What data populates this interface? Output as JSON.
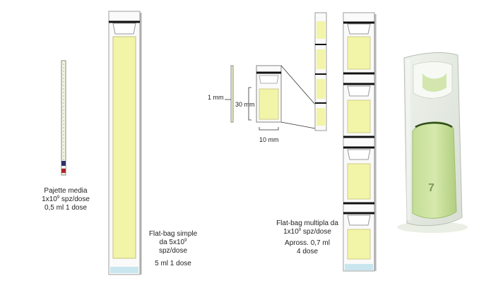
{
  "pajette": {
    "name": "Pajette media",
    "conc_base": "1x10",
    "conc_exp": "9",
    "conc_unit": " spz/dose",
    "volume": "0,5 ml 1 dose"
  },
  "flatbag_simple": {
    "name": "Flat-bag simple",
    "conc_base": "da 5x10",
    "conc_exp": "9",
    "conc_unit": "spz/dose",
    "volume": "5 ml 1 dose"
  },
  "detail": {
    "thickness": "1 mm",
    "height": "30 mm",
    "width": "10 mm"
  },
  "flatbag_multipla": {
    "name": "Flat-bag multipla da",
    "conc_base": "1x10",
    "conc_exp": "9",
    "conc_unit": " spz/dose",
    "volume": "Apross. 0,7 ml",
    "doses": "4 dose"
  },
  "photo_mark": "7",
  "colors": {
    "fill_yellow": "#f2f4a8",
    "band_black": "#111111",
    "bag_green": "#b9d88a",
    "frame_gray": "#c8c8c8",
    "cap_blue": "#c9e6ee"
  }
}
